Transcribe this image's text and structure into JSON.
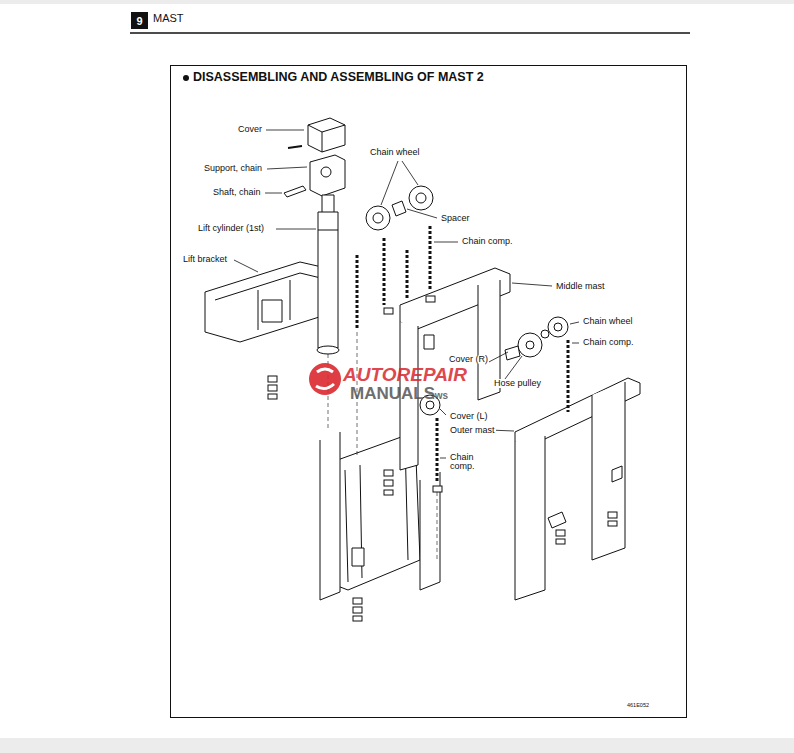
{
  "diagram": {
    "title": "DISASSEMBLING AND ASSEMBLING OF MAST 2",
    "nodes": [
      {
        "text": [
          "9"
        ]
      }
    ],
    "labels": [
      "MAST",
      "Cover",
      "Support, chain",
      "Shaft, chain",
      "Lift cylinder (1st)",
      "Lift bracket",
      "Chain wheel",
      "Spacer",
      "Chain comp.",
      "Middle mast",
      "Chain wheel",
      "Chain comp.",
      "Cover (R)",
      "Hose pulley",
      "Cover (L)",
      "Outer mast",
      "Chain comp.",
      "AUTOREPAIR",
      "MANUALS",
      ".ws",
      "461E052"
    ]
  }
}
